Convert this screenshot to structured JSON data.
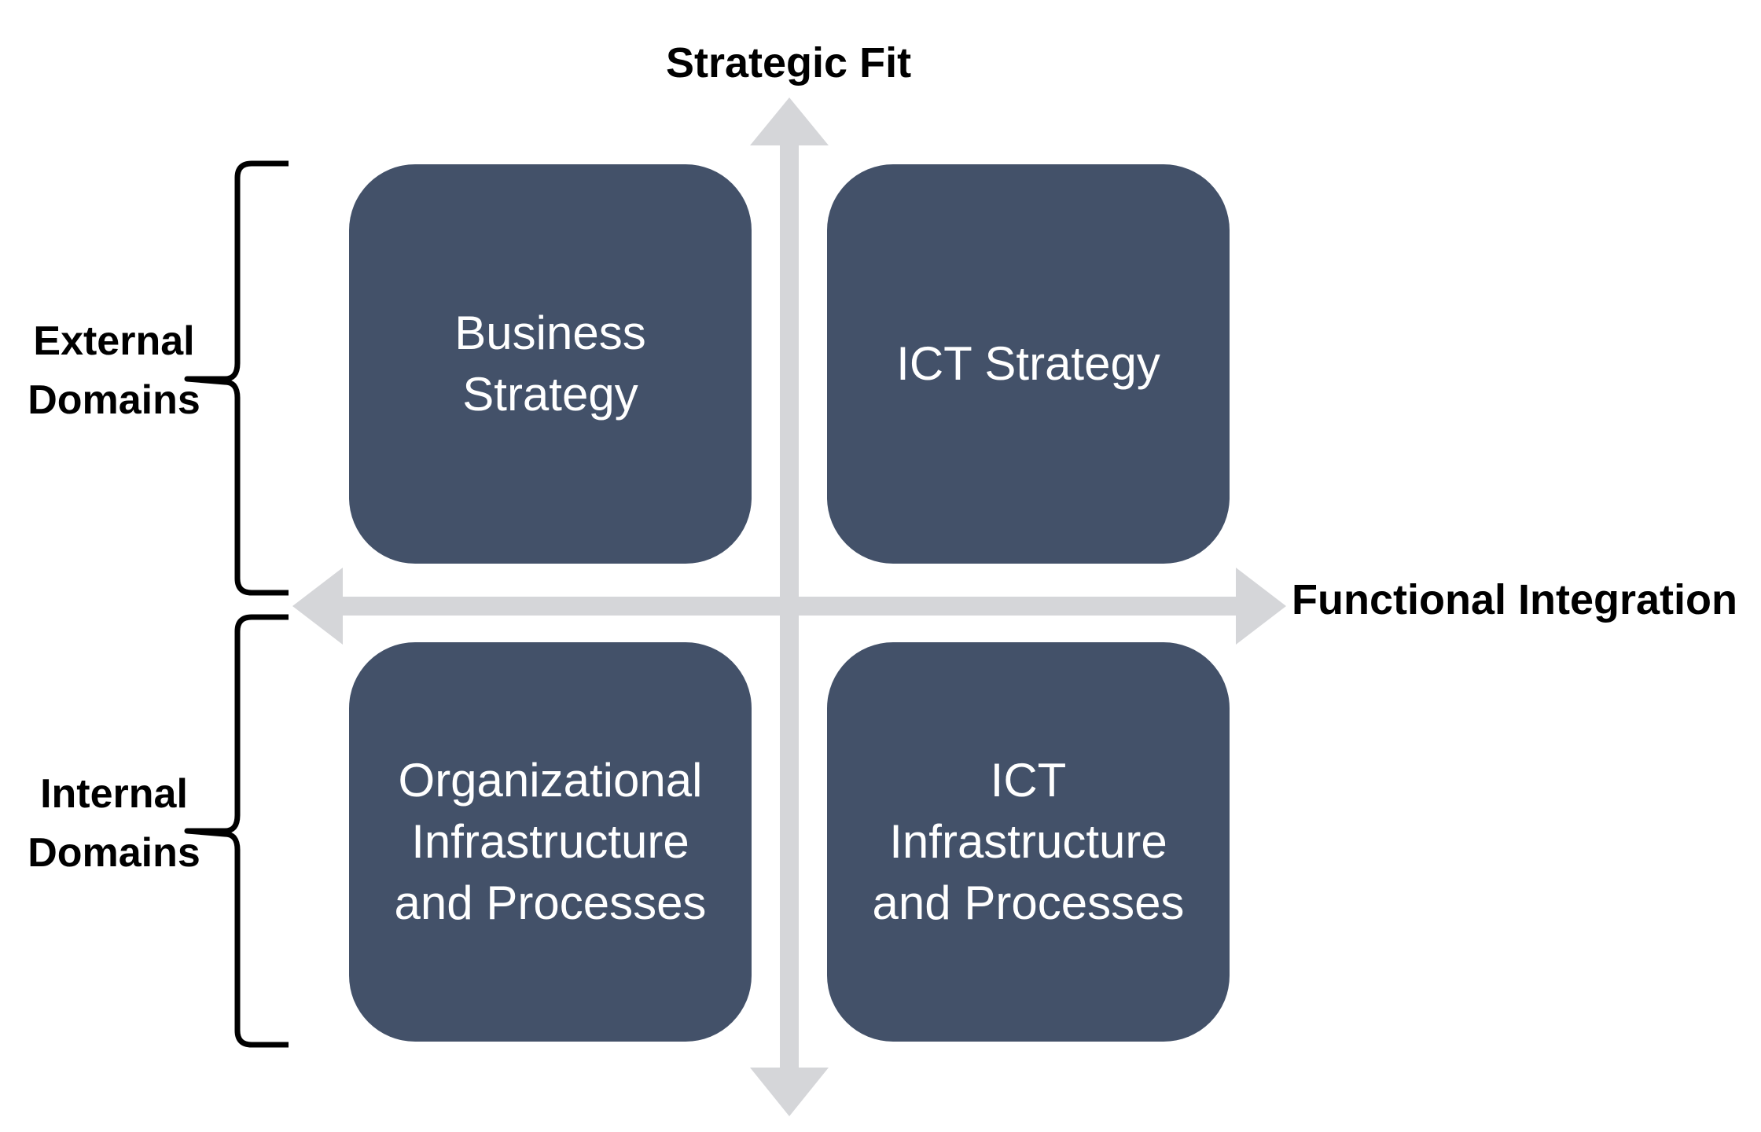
{
  "axes": {
    "vertical_label": "Strategic Fit",
    "horizontal_label": "Functional Integration",
    "arrow_color": "#d5d6d9"
  },
  "side_groups": {
    "external": [
      "External",
      "Domains"
    ],
    "internal": [
      "Internal",
      "Domains"
    ]
  },
  "quadrants": {
    "top_left": "Business\nStrategy",
    "top_right": "ICT Strategy",
    "bottom_left": "Organizational\nInfrastructure\nand Processes",
    "bottom_right": "ICT\nInfrastructure\nand Processes"
  },
  "colors": {
    "box_fill": "#435169",
    "box_text": "#ffffff",
    "label_text": "#000000"
  }
}
